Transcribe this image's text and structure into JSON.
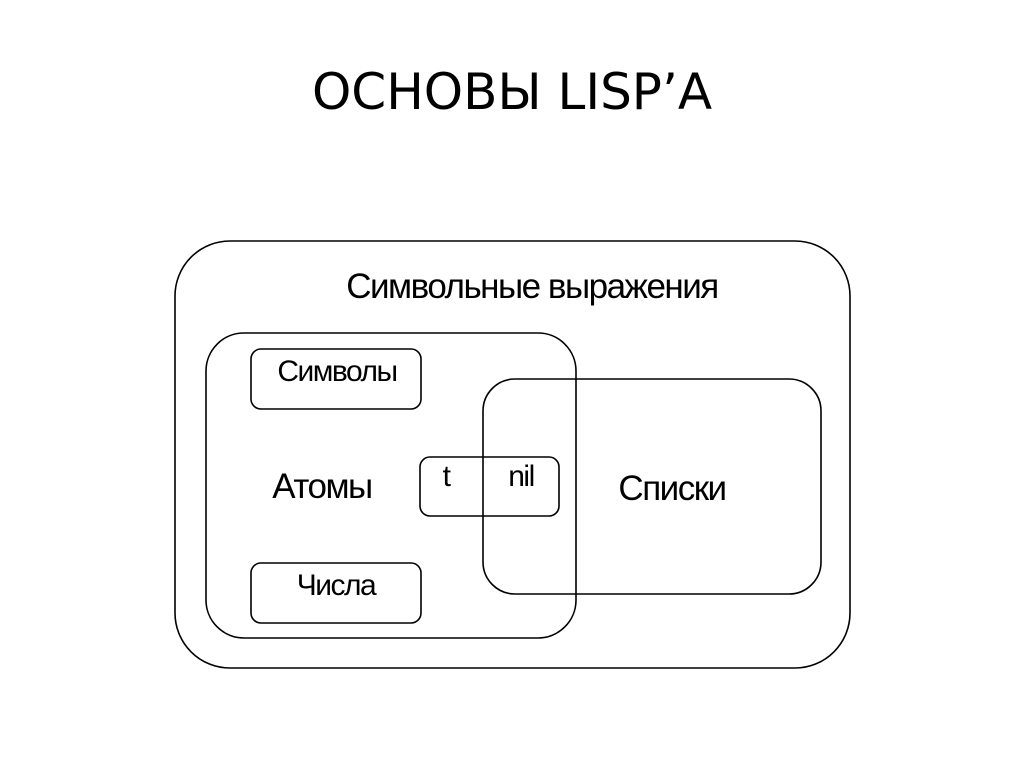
{
  "slide": {
    "title": "ОСНОВЫ LISP’А"
  },
  "diagram": {
    "outer_label": "Символьные выражения",
    "atoms_label": "Атомы",
    "symbols_label": "Символы",
    "numbers_label": "Числа",
    "lists_label": "Списки",
    "t_label": "t",
    "nil_label": "nil"
  }
}
